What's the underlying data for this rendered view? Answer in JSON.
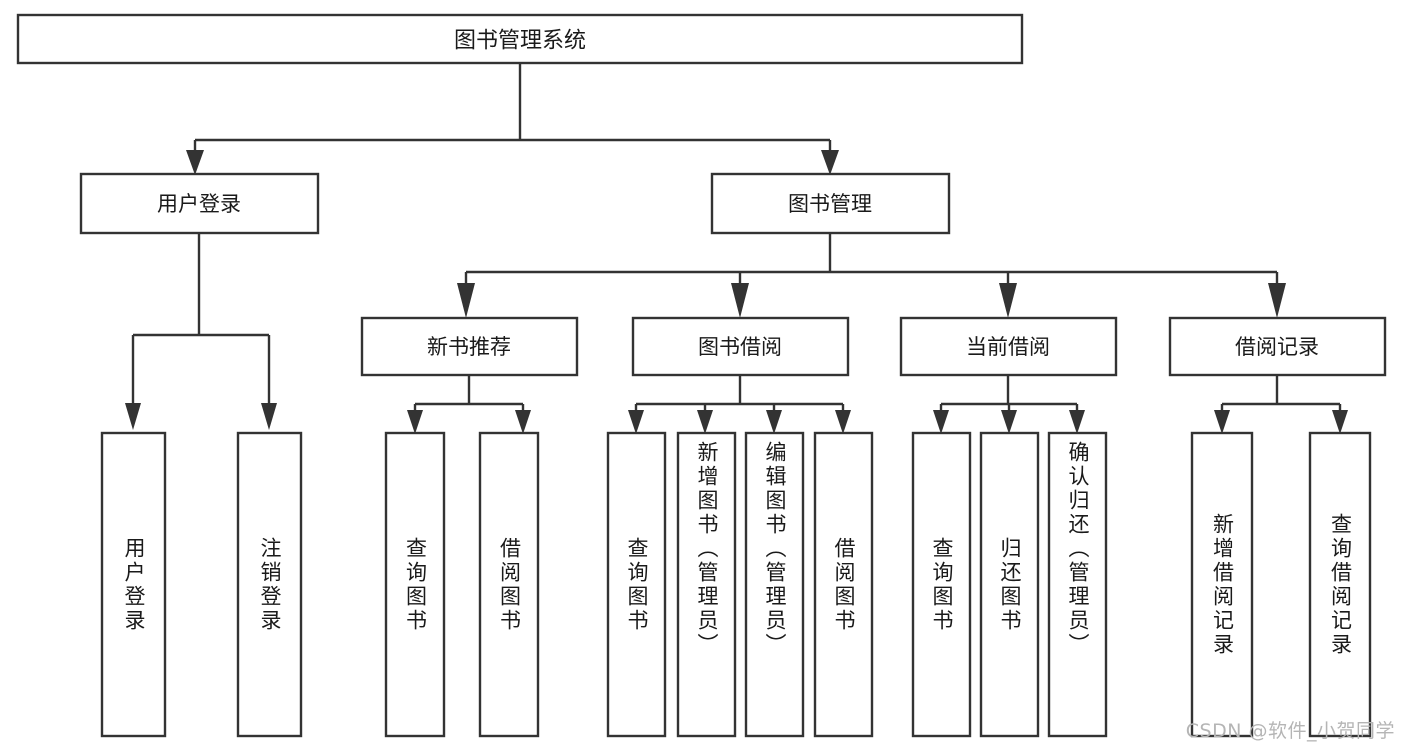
{
  "diagram": {
    "type": "tree",
    "title": "图书管理系统",
    "watermark": "CSDN @软件_小贺同学",
    "colors": {
      "background": "#ffffff",
      "box_fill": "#ffffff",
      "box_stroke": "#333333",
      "text": "#1a1a1a",
      "watermark": "#b5b5b5"
    },
    "root": {
      "label": "图书管理系统"
    },
    "level2": [
      {
        "id": "user-login",
        "label": "用户登录"
      },
      {
        "id": "book-manage",
        "label": "图书管理"
      }
    ],
    "level3": [
      {
        "id": "new-book-recommend",
        "label": "新书推荐"
      },
      {
        "id": "book-borrow",
        "label": "图书借阅"
      },
      {
        "id": "current-borrow",
        "label": "当前借阅"
      },
      {
        "id": "borrow-record",
        "label": "借阅记录"
      }
    ],
    "leaves": [
      {
        "id": "leaf-user-login",
        "label": "用户登录",
        "parent": "user-login"
      },
      {
        "id": "leaf-user-logout",
        "label": "注销登录",
        "parent": "user-login"
      },
      {
        "id": "leaf-query-book-1",
        "label": "查询图书",
        "parent": "new-book-recommend"
      },
      {
        "id": "leaf-borrow-book-1",
        "label": "借阅图书",
        "parent": "new-book-recommend"
      },
      {
        "id": "leaf-query-book-2",
        "label": "查询图书",
        "parent": "book-borrow"
      },
      {
        "id": "leaf-add-book",
        "label": "新增图书（管理员）",
        "parent": "book-borrow"
      },
      {
        "id": "leaf-edit-book",
        "label": "编辑图书（管理员）",
        "parent": "book-borrow"
      },
      {
        "id": "leaf-borrow-book-2",
        "label": "借阅图书",
        "parent": "book-borrow"
      },
      {
        "id": "leaf-query-book-3",
        "label": "查询图书",
        "parent": "current-borrow"
      },
      {
        "id": "leaf-return-book",
        "label": "归还图书",
        "parent": "current-borrow"
      },
      {
        "id": "leaf-confirm-return",
        "label": "确认归还（管理员）",
        "parent": "current-borrow"
      },
      {
        "id": "leaf-add-record",
        "label": "新增借阅记录",
        "parent": "borrow-record"
      },
      {
        "id": "leaf-query-record",
        "label": "查询借阅记录",
        "parent": "borrow-record"
      }
    ]
  }
}
